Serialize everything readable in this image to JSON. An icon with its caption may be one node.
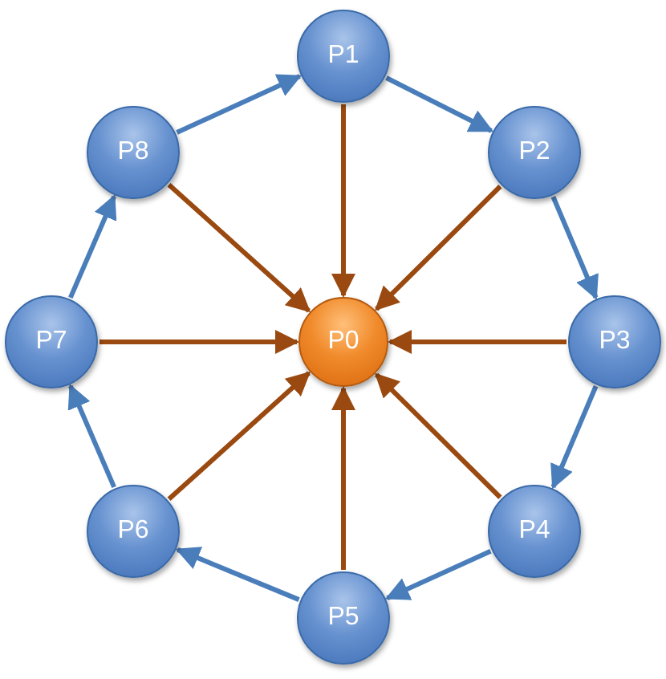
{
  "diagram": {
    "nodes": [
      {
        "text": [
          "P1"
        ]
      },
      {
        "text": [
          "P8"
        ]
      },
      {
        "text": [
          "P2"
        ]
      },
      {
        "text": [
          "P7"
        ]
      },
      {
        "text": [
          "P0"
        ]
      },
      {
        "text": [
          "P3"
        ]
      },
      {
        "text": [
          "P6"
        ]
      },
      {
        "text": [
          "P4"
        ]
      },
      {
        "text": [
          "P5"
        ]
      }
    ],
    "edges": [
      {
        "from": 0,
        "to": 2,
        "arrow": "to"
      },
      {
        "from": 2,
        "to": 5,
        "arrow": "to"
      },
      {
        "from": 5,
        "to": 7,
        "arrow": "to"
      },
      {
        "from": 7,
        "to": 8,
        "arrow": "to"
      },
      {
        "from": 8,
        "to": 6,
        "arrow": "to"
      },
      {
        "from": 6,
        "to": 3,
        "arrow": "to"
      },
      {
        "from": 3,
        "to": 1,
        "arrow": "to"
      },
      {
        "from": 1,
        "to": 0,
        "arrow": "to"
      },
      {
        "from": 0,
        "to": 4,
        "arrow": "to",
        "color": "#9a4a10"
      },
      {
        "from": 2,
        "to": 4,
        "arrow": "to",
        "color": "#9a4a10"
      },
      {
        "from": 5,
        "to": 4,
        "arrow": "to",
        "color": "#9a4a10"
      },
      {
        "from": 7,
        "to": 4,
        "arrow": "to",
        "color": "#9a4a10"
      },
      {
        "from": 8,
        "to": 4,
        "arrow": "to",
        "color": "#9a4a10"
      },
      {
        "from": 6,
        "to": 4,
        "arrow": "to",
        "color": "#9a4a10"
      },
      {
        "from": 3,
        "to": 4,
        "arrow": "to",
        "color": "#9a4a10"
      },
      {
        "from": 1,
        "to": 4,
        "arrow": "to",
        "color": "#9a4a10"
      }
    ]
  }
}
